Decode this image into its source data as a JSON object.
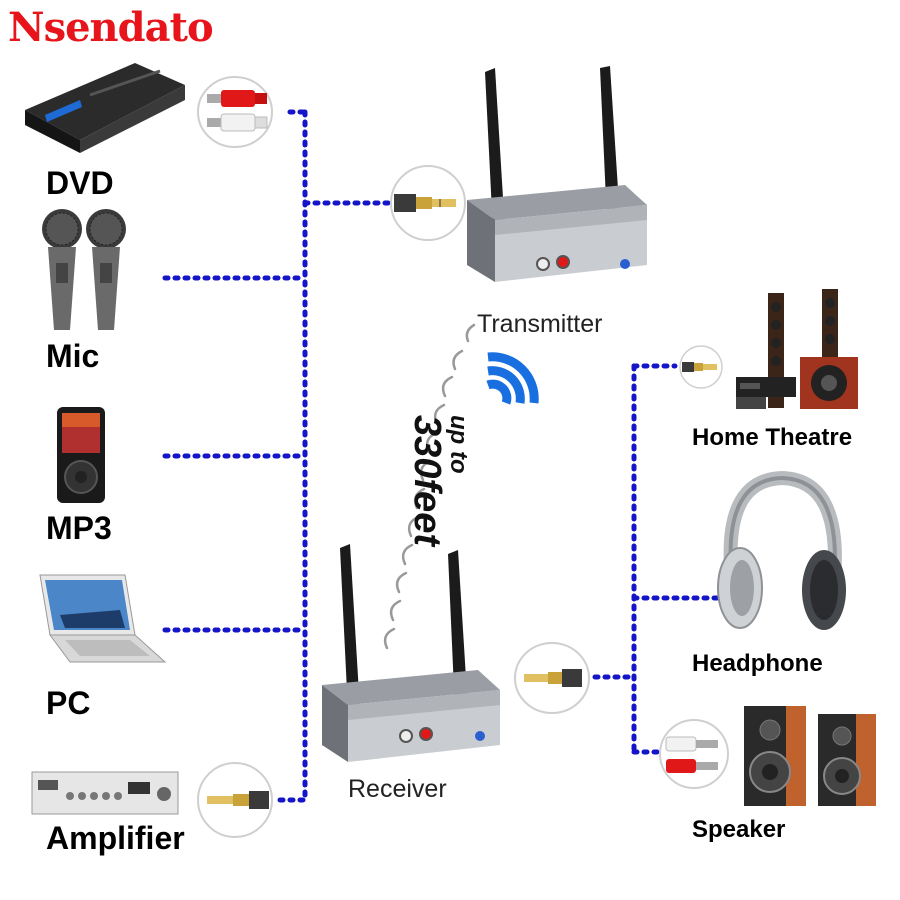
{
  "brand": "Nsendato",
  "sources": {
    "dvd": "DVD",
    "mic": "Mic",
    "mp3": "MP3",
    "pc": "PC",
    "amplifier": "Amplifier"
  },
  "devices": {
    "transmitter": "Transmitter",
    "receiver": "Receiver"
  },
  "outputs": {
    "home_theatre": "Home Theatre",
    "headphone": "Headphone",
    "speaker": "Speaker"
  },
  "range": {
    "up_to": "up to",
    "distance": "330feet"
  },
  "colors": {
    "brand": "#e8141b",
    "dotted_line": "#1414c8",
    "signal": "#1a6fe0"
  }
}
